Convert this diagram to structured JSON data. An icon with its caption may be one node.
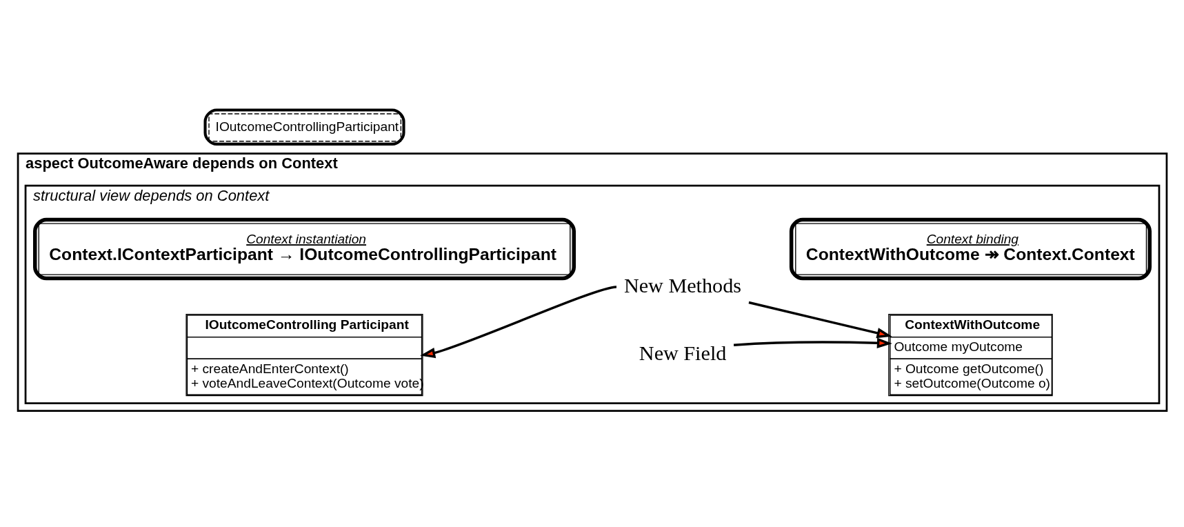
{
  "diagram": {
    "nodes": [
      {
        "text": [
          "aspect OutcomeAware depends on Context"
        ]
      },
      {
        "text": [
          "IOutcomeControllingParticipant"
        ]
      },
      {
        "text": [
          "structural view depends on Context"
        ],
        "in": 0
      },
      {
        "text": [
          "IOutcomeControlling Participant",
          "+ createAndEnterContext()",
          "+ voteAndLeaveContext(Outcome vote)"
        ],
        "in": 2
      },
      {
        "text": [
          "New Field"
        ],
        "in": 2
      },
      {
        "text": [
          "New Methods"
        ],
        "in": 2
      },
      {
        "text": [
          "ContextWithOutcome",
          "Outcome myOutcome",
          "+ Outcome getOutcome()",
          "+ setOutcome(Outcome o)"
        ],
        "in": 2
      },
      {
        "text": [
          "Context instantiation",
          "Context.IContextParticipant → IOutcomeControllingParticipant"
        ],
        "in": 2
      },
      {
        "text": [
          "Context binding",
          "ContextWithOutcome ↠ Context.Context"
        ],
        "in": 2
      }
    ],
    "edges": [
      {
        "from": 4,
        "to": 6,
        "arrow": "to"
      },
      {
        "from": 5,
        "to": 3,
        "arrow": "to"
      },
      {
        "from": 5,
        "to": 6,
        "arrow": "to"
      }
    ]
  }
}
